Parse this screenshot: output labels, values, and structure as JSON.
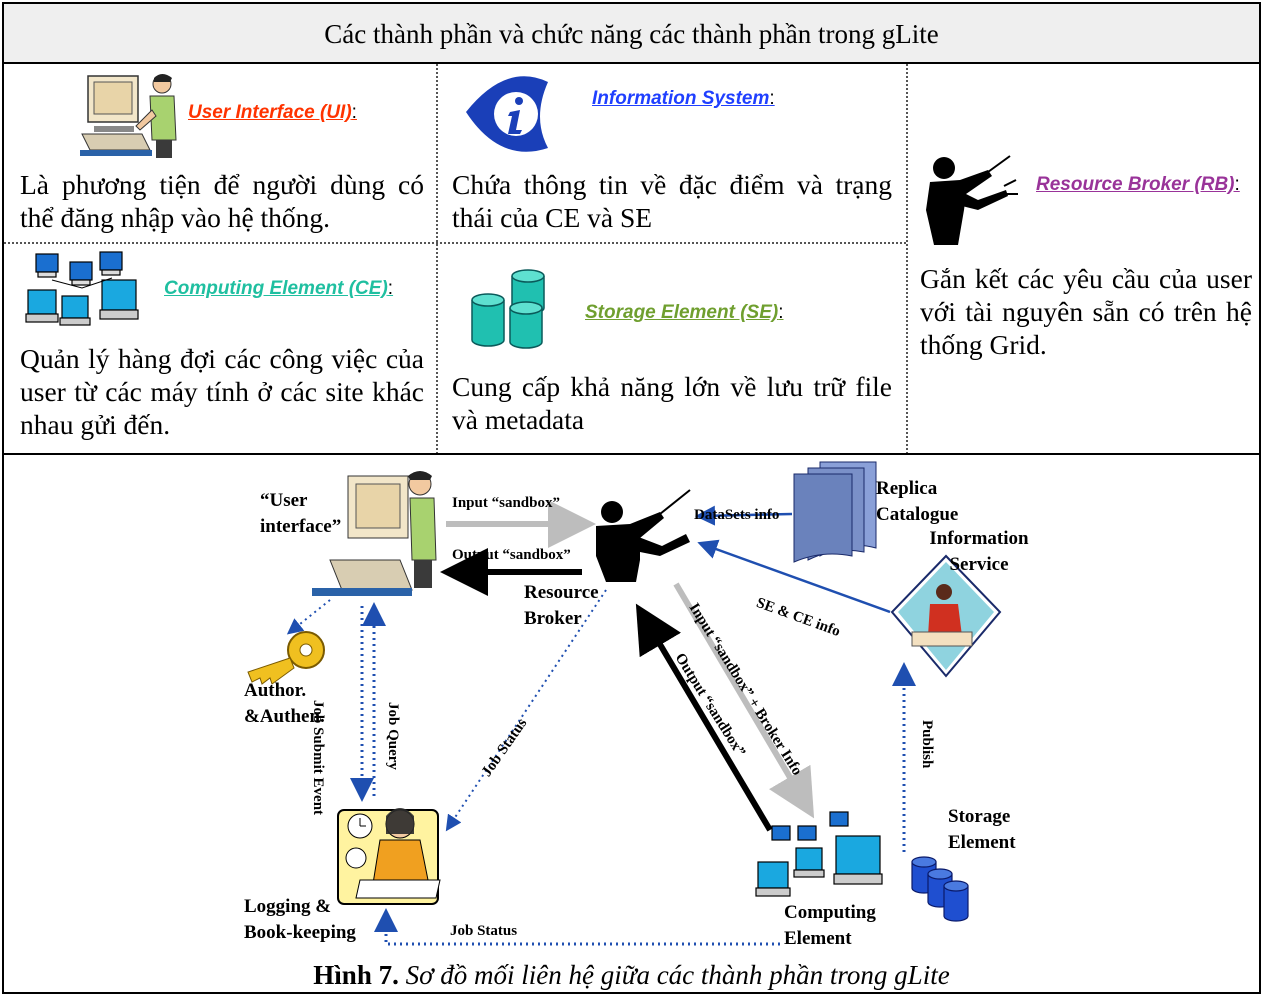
{
  "header": {
    "title": "Các thành phần và chức năng các thành phần trong gLite"
  },
  "components": {
    "ui": {
      "title": "User Interface (UI)",
      "colon": ":",
      "desc": "Là phương tiện để người dùng có thể đăng nhập vào hệ thống.",
      "color": "#ff3300"
    },
    "is": {
      "title": "Information System",
      "colon": ":",
      "desc": "Chứa thông tin về đặc điểm và trạng thái của CE và SE",
      "color": "#1f3fff"
    },
    "rb": {
      "title": "Resource Broker (RB)",
      "colon": ":",
      "desc": "Gắn kết các yêu cầu của user với tài nguyên sẵn có trên hệ thống Grid.",
      "color": "#993399"
    },
    "ce": {
      "title": "Computing Element (CE)",
      "colon": ":",
      "desc": "Quản lý hàng đợi các công việc của user từ các máy tính ở các site khác nhau gửi đến.",
      "color": "#1fbfa0"
    },
    "se": {
      "title": "Storage Element (SE)",
      "colon": ":",
      "desc": "Cung cấp khả năng lớn về lưu trữ file và metadata",
      "color": "#6f9f2f"
    }
  },
  "diagram": {
    "user_interface": "“User interface”",
    "input_sandbox": "Input “sandbox”",
    "output_sandbox": "Output “sandbox”",
    "datasets_info": "DataSets info",
    "replica_catalogue": "Replica Catalogue",
    "information_service": "Information Service",
    "resource_broker": "Resource Broker",
    "se_ce_info": "SE & CE info",
    "author_authen": "Author. &Authen.",
    "job_submit_event": "Job Submit Event",
    "job_query": "Job Query",
    "job_status_diag": "Job Status",
    "input_broker_info": "Input “sandbox” + Broker Info",
    "output_sandbox_diag": "Output “sandbox”",
    "publish": "Publish",
    "storage_element": "Storage Element",
    "logging": "Logging & Book-keeping",
    "job_status_bottom": "Job Status",
    "computing_element": "Computing Element"
  },
  "caption": {
    "label": "Hình 7.",
    "text": " Sơ đồ mối liên hệ giữa các thành phần trong gLite"
  }
}
